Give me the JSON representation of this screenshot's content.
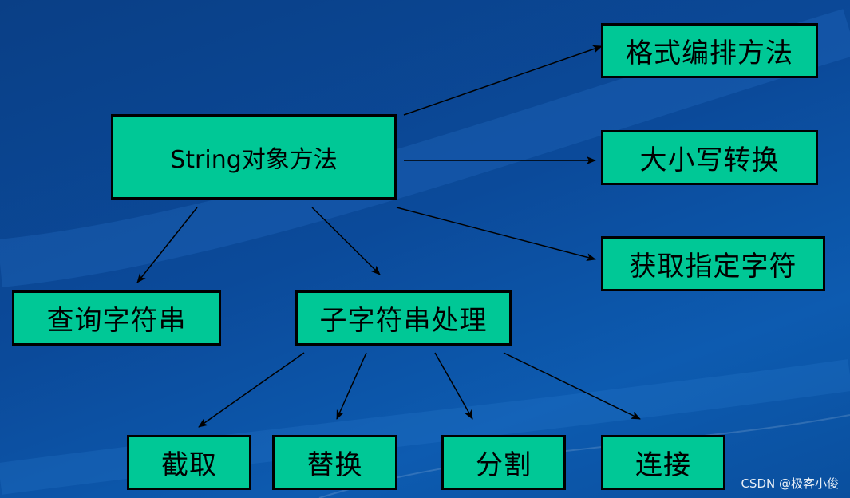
{
  "diagram": {
    "root": "String对象方法",
    "right_children": [
      "格式编排方法",
      "大小写转换",
      "获取指定字符"
    ],
    "left_children": [
      "查询字符串",
      "子字符串处理"
    ],
    "substring_children": [
      "截取",
      "替换",
      "分割",
      "连接"
    ]
  },
  "watermark": "CSDN @极客小俊",
  "colors": {
    "node_fill": "#00c896",
    "node_border": "#000000",
    "background": "#0b4a9a",
    "arrow": "#000000"
  }
}
